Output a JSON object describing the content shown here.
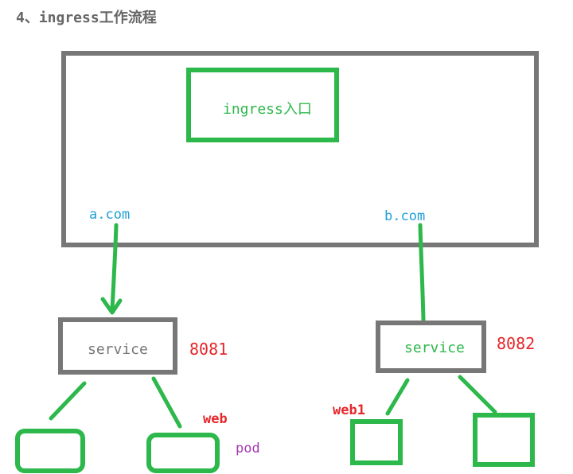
{
  "heading": "4、ingress工作流程",
  "labels": {
    "ingress_entry": "ingress入口",
    "domain_a": "a.com",
    "domain_b": "b.com",
    "service_left": "service",
    "service_right": "service",
    "port_left": "8081",
    "port_right": "8082",
    "web_left": "web",
    "web_right": "web1",
    "pod": "pod"
  },
  "colors": {
    "gray": "#777777",
    "green": "#2db84b",
    "blue": "#1f9fd8",
    "red": "#e5262a",
    "purple": "#a33bb0",
    "heading": "#666666"
  }
}
